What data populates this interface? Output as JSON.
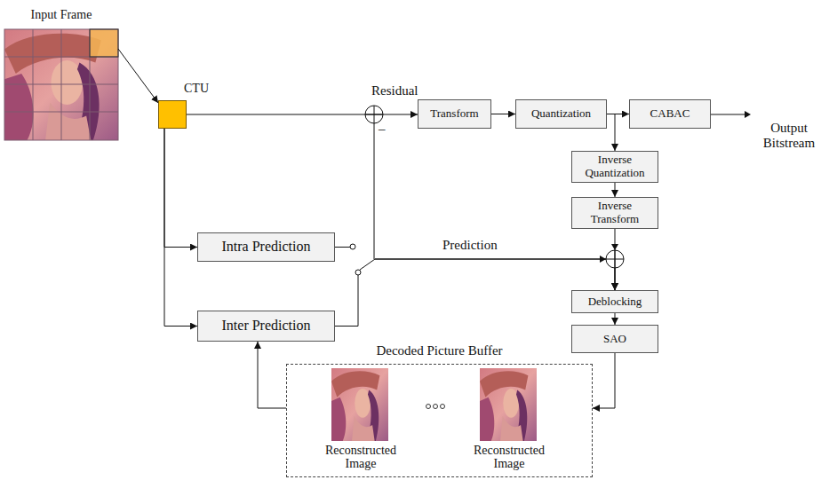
{
  "diagram": {
    "nodes": [
      {
        "text": [
          "Input Frame"
        ]
      },
      {
        "text": [
          "CTU"
        ]
      },
      {
        "text": [
          "Transform"
        ]
      },
      {
        "text": [
          "Quantization"
        ]
      },
      {
        "text": [
          "CABAC"
        ]
      },
      {
        "text": [
          "Inverse Quantization"
        ]
      },
      {
        "text": [
          "Inverse Transform"
        ]
      },
      {
        "text": [
          "Deblocking"
        ]
      },
      {
        "text": [
          "SAO"
        ]
      },
      {
        "text": [
          "Intra Prediction"
        ]
      },
      {
        "text": [
          "Inter Prediction"
        ]
      },
      {
        "text": [
          "Decoded Picture Buffer"
        ]
      },
      {
        "text": [
          "Reconstructed Image"
        ],
        "in": 11
      },
      {
        "text": [
          "Reconstructed Image"
        ],
        "in": 11
      }
    ],
    "edges": [
      {
        "from": 0,
        "to": 1,
        "arrow": "to"
      },
      {
        "from": 1,
        "to": 2,
        "label": "Residual",
        "arrow": "to"
      },
      {
        "from": 2,
        "to": 3,
        "arrow": "to"
      },
      {
        "from": 3,
        "to": 4,
        "arrow": "to"
      },
      {
        "from": 3,
        "to": 5,
        "arrow": "to"
      },
      {
        "from": 5,
        "to": 6,
        "arrow": "to"
      },
      {
        "from": 6,
        "to": 7,
        "arrow": "to"
      },
      {
        "from": 7,
        "to": 8,
        "arrow": "to"
      },
      {
        "from": 8,
        "to": 11,
        "arrow": "to"
      },
      {
        "from": 11,
        "to": 10,
        "arrow": "to"
      },
      {
        "from": 1,
        "to": 9,
        "arrow": "to"
      },
      {
        "from": 1,
        "to": 10,
        "arrow": "to"
      },
      {
        "from": 9,
        "to": 7,
        "arrow": "to"
      },
      {
        "from": 10,
        "to": 7,
        "arrow": "to"
      }
    ],
    "labels": [
      "–",
      "Prediction",
      "Output Bitstream"
    ]
  }
}
